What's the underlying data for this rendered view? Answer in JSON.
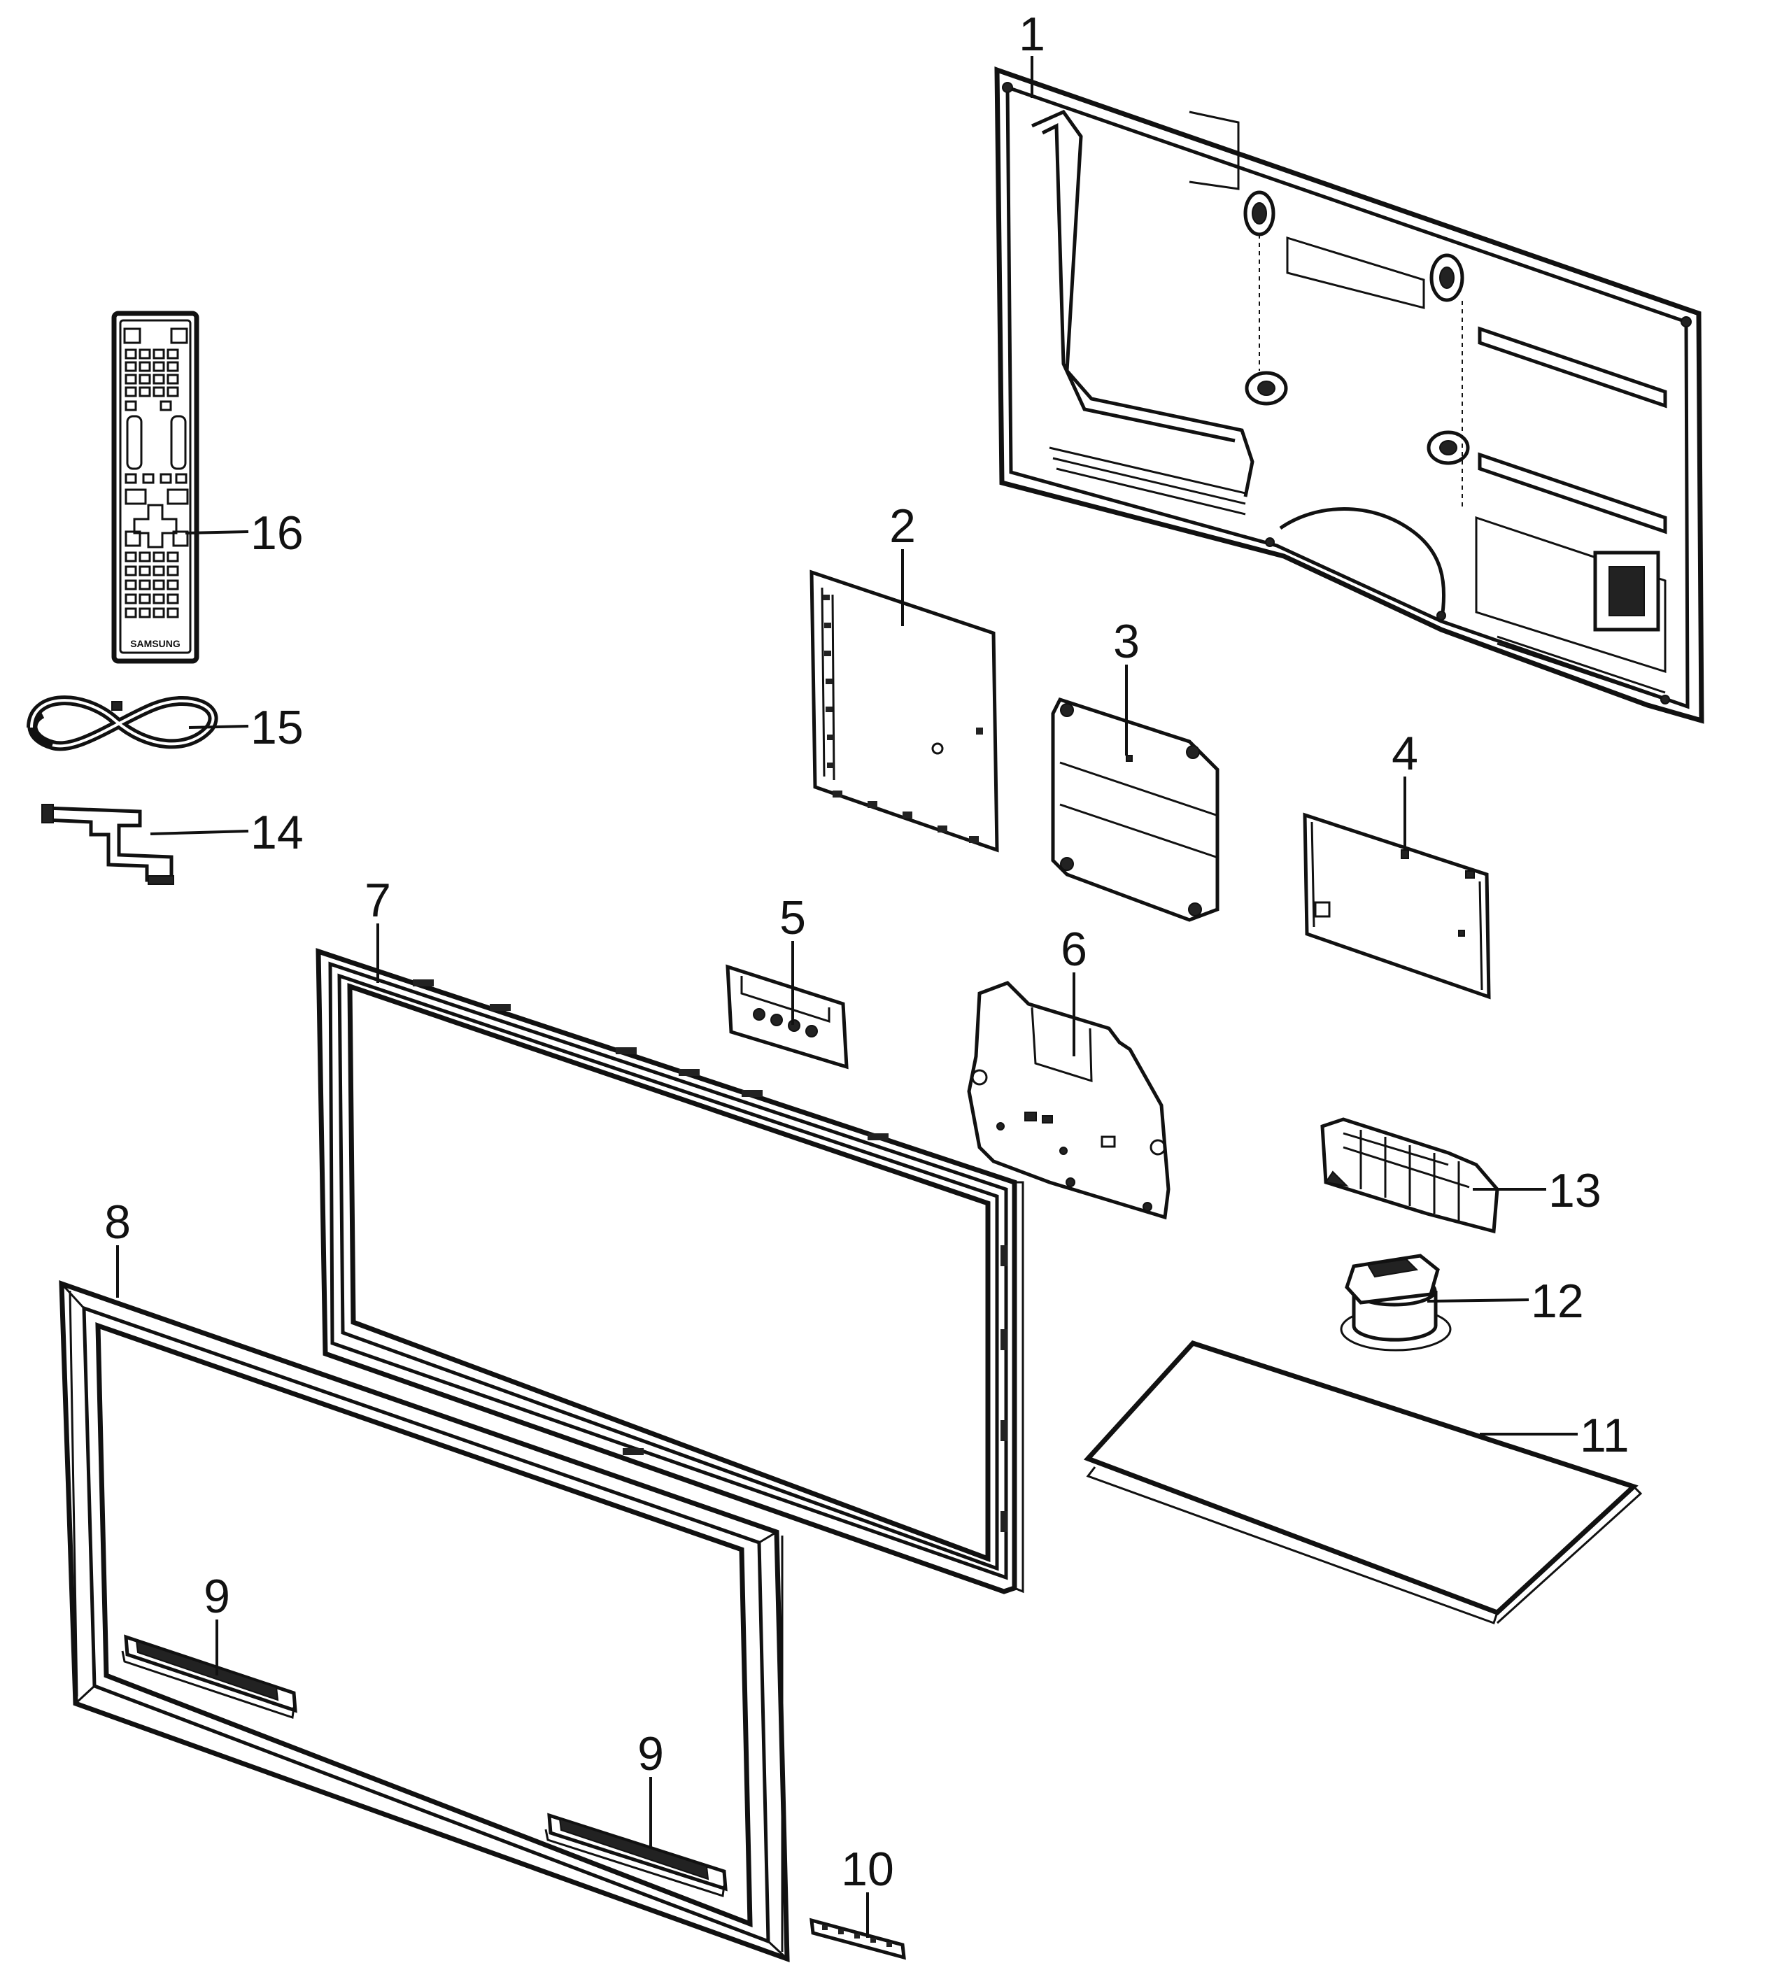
{
  "callouts": [
    {
      "id": "1",
      "text": "1"
    },
    {
      "id": "2",
      "text": "2"
    },
    {
      "id": "3",
      "text": "3"
    },
    {
      "id": "4",
      "text": "4"
    },
    {
      "id": "5",
      "text": "5"
    },
    {
      "id": "6",
      "text": "6"
    },
    {
      "id": "7",
      "text": "7"
    },
    {
      "id": "8",
      "text": "8"
    },
    {
      "id": "9a",
      "text": "9"
    },
    {
      "id": "9b",
      "text": "9"
    },
    {
      "id": "10",
      "text": "10"
    },
    {
      "id": "11",
      "text": "11"
    },
    {
      "id": "12",
      "text": "12"
    },
    {
      "id": "13",
      "text": "13"
    },
    {
      "id": "14",
      "text": "14"
    },
    {
      "id": "15",
      "text": "15"
    },
    {
      "id": "16",
      "text": "16"
    }
  ],
  "remote": {
    "brand": "SAMSUNG"
  }
}
